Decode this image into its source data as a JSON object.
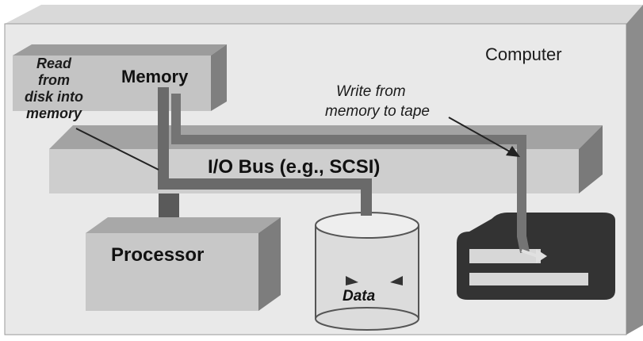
{
  "diagram": {
    "container_label": "Computer",
    "memory_label": "Memory",
    "processor_label": "Processor",
    "bus_label": "I/O Bus (e.g., SCSI)",
    "disk_label": "Data",
    "read_annotation": [
      "Read",
      "from",
      "disk into",
      "memory"
    ],
    "write_annotation": [
      "Write from",
      "memory to tape"
    ]
  },
  "colors": {
    "background": "#ffffff",
    "box_face": "#c9c9c9",
    "box_top": "#e6e6e6",
    "box_side": "#7d7d7d",
    "dark_block": "#3a3a3a",
    "path": "#6a6a6a",
    "text": "#1b1b1b"
  }
}
